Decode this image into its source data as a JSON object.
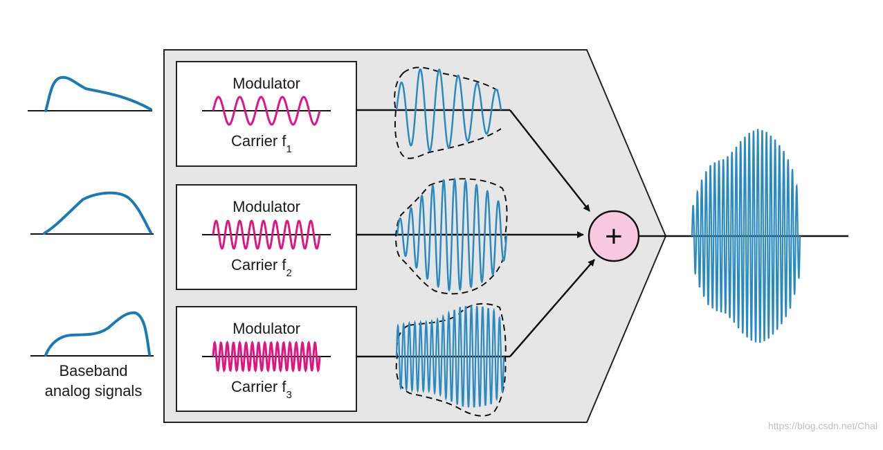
{
  "modulators": [
    {
      "title": "Modulator",
      "carrier_label": "Carrier f",
      "subscript": "1",
      "carrier_cycles": 5
    },
    {
      "title": "Modulator",
      "carrier_label": "Carrier f",
      "subscript": "2",
      "carrier_cycles": 9
    },
    {
      "title": "Modulator",
      "carrier_label": "Carrier f",
      "subscript": "3",
      "carrier_cycles": 17
    }
  ],
  "baseband_label": [
    "Baseband",
    "analog signals"
  ],
  "adder_symbol": "+",
  "watermark": "https://blog.csdn.net/Chal",
  "colors": {
    "baseband": "#1a7ab8",
    "modulated": "#2a8ac0",
    "carrier": "#e0157f",
    "panel": "#e6e6e6",
    "adder_fill": "#f9c9e0",
    "line": "#111111"
  }
}
